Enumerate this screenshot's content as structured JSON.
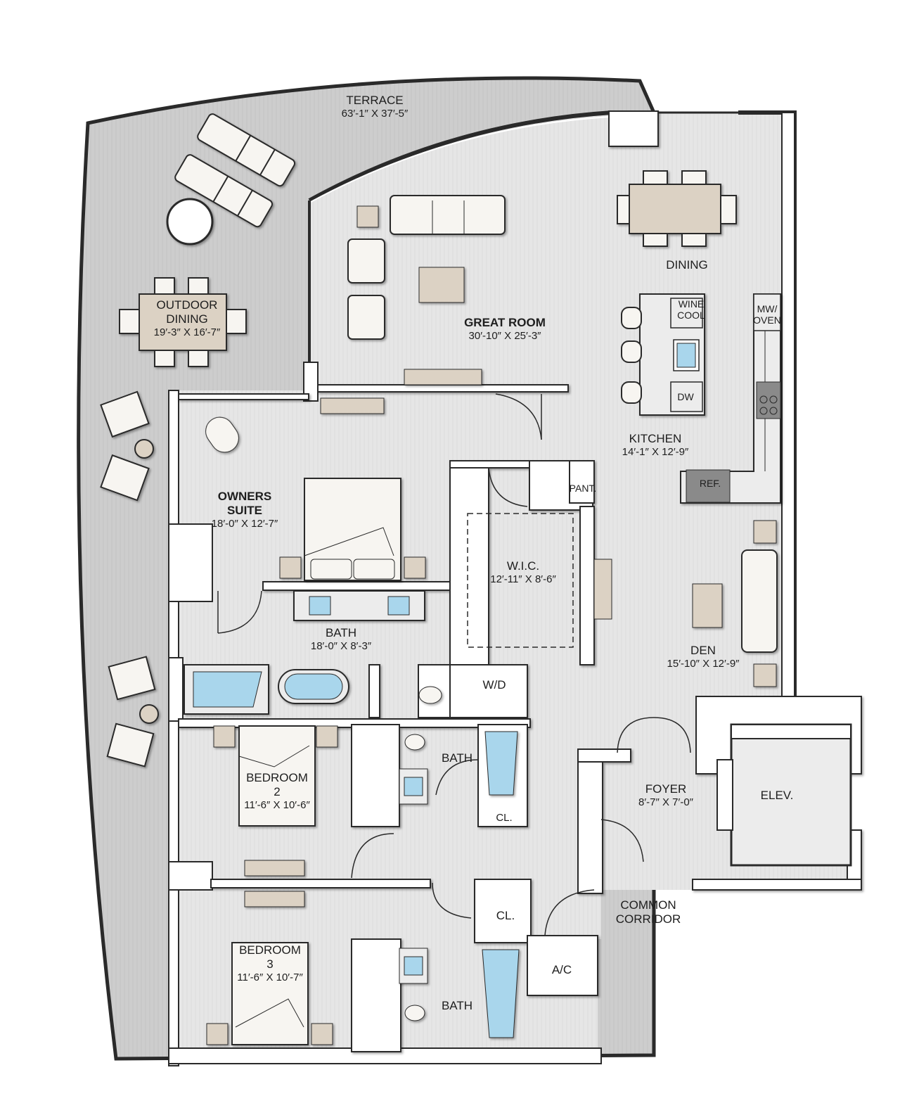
{
  "plan": {
    "colors": {
      "wall": "#ffffff",
      "wall_outline": "#2a2a2a",
      "floor": "#e4e4e4",
      "terrace": "#cfcfcf",
      "interior": "#ececec",
      "wood": "#dcd2c4",
      "water": "#a9d6ec",
      "appliance": "#8a8a8a",
      "furniture": "#f7f5f1"
    },
    "rooms": {
      "terrace": {
        "name": "TERRACE",
        "dims": "63′-1″ X 37′-5″"
      },
      "outdoor_dining": {
        "name_line1": "OUTDOOR",
        "name_line2": "DINING",
        "dims": "19′-3″ X 16′-7″"
      },
      "great_room": {
        "name": "GREAT ROOM",
        "dims": "30′-10″ X 25′-3″"
      },
      "dining": {
        "name": "DINING"
      },
      "kitchen": {
        "name": "KITCHEN",
        "dims": "14′-1″ X 12′-9″"
      },
      "owners_suite": {
        "name_line1": "OWNERS",
        "name_line2": "SUITE",
        "dims": "18′-0″ X 12′-7″"
      },
      "wic": {
        "name": "W.I.C.",
        "dims": "12′-11″ X 8′-6″"
      },
      "owners_bath": {
        "name": "BATH",
        "dims": "18′-0″ X 8′-3″"
      },
      "den": {
        "name": "DEN",
        "dims": "15′-10″ X 12′-9″"
      },
      "wd": {
        "name": "W/D"
      },
      "pantry": {
        "name": "PANT."
      },
      "bedroom2": {
        "name_line1": "BEDROOM",
        "name_line2": "2",
        "dims": "11′-6″ X 10′-6″"
      },
      "bath2": {
        "name": "BATH"
      },
      "closet2": {
        "name": "CL."
      },
      "foyer": {
        "name": "FOYER",
        "dims": "8′-7″ X 7′-0″"
      },
      "elevator": {
        "name": "ELEV."
      },
      "common_corridor": {
        "name_line1": "COMMON",
        "name_line2": "CORRIDOR"
      },
      "closet3": {
        "name": "CL."
      },
      "ac": {
        "name": "A/C"
      },
      "bedroom3": {
        "name_line1": "BEDROOM",
        "name_line2": "3",
        "dims": "11′-6″ X 10′-7″"
      },
      "bath3": {
        "name": "BATH"
      }
    },
    "appliances": {
      "wine_cool_line1": "WINE",
      "wine_cool_line2": "COOL",
      "mw_oven_line1": "MW/",
      "mw_oven_line2": "OVEN",
      "dw": "DW",
      "ref": "REF."
    }
  }
}
